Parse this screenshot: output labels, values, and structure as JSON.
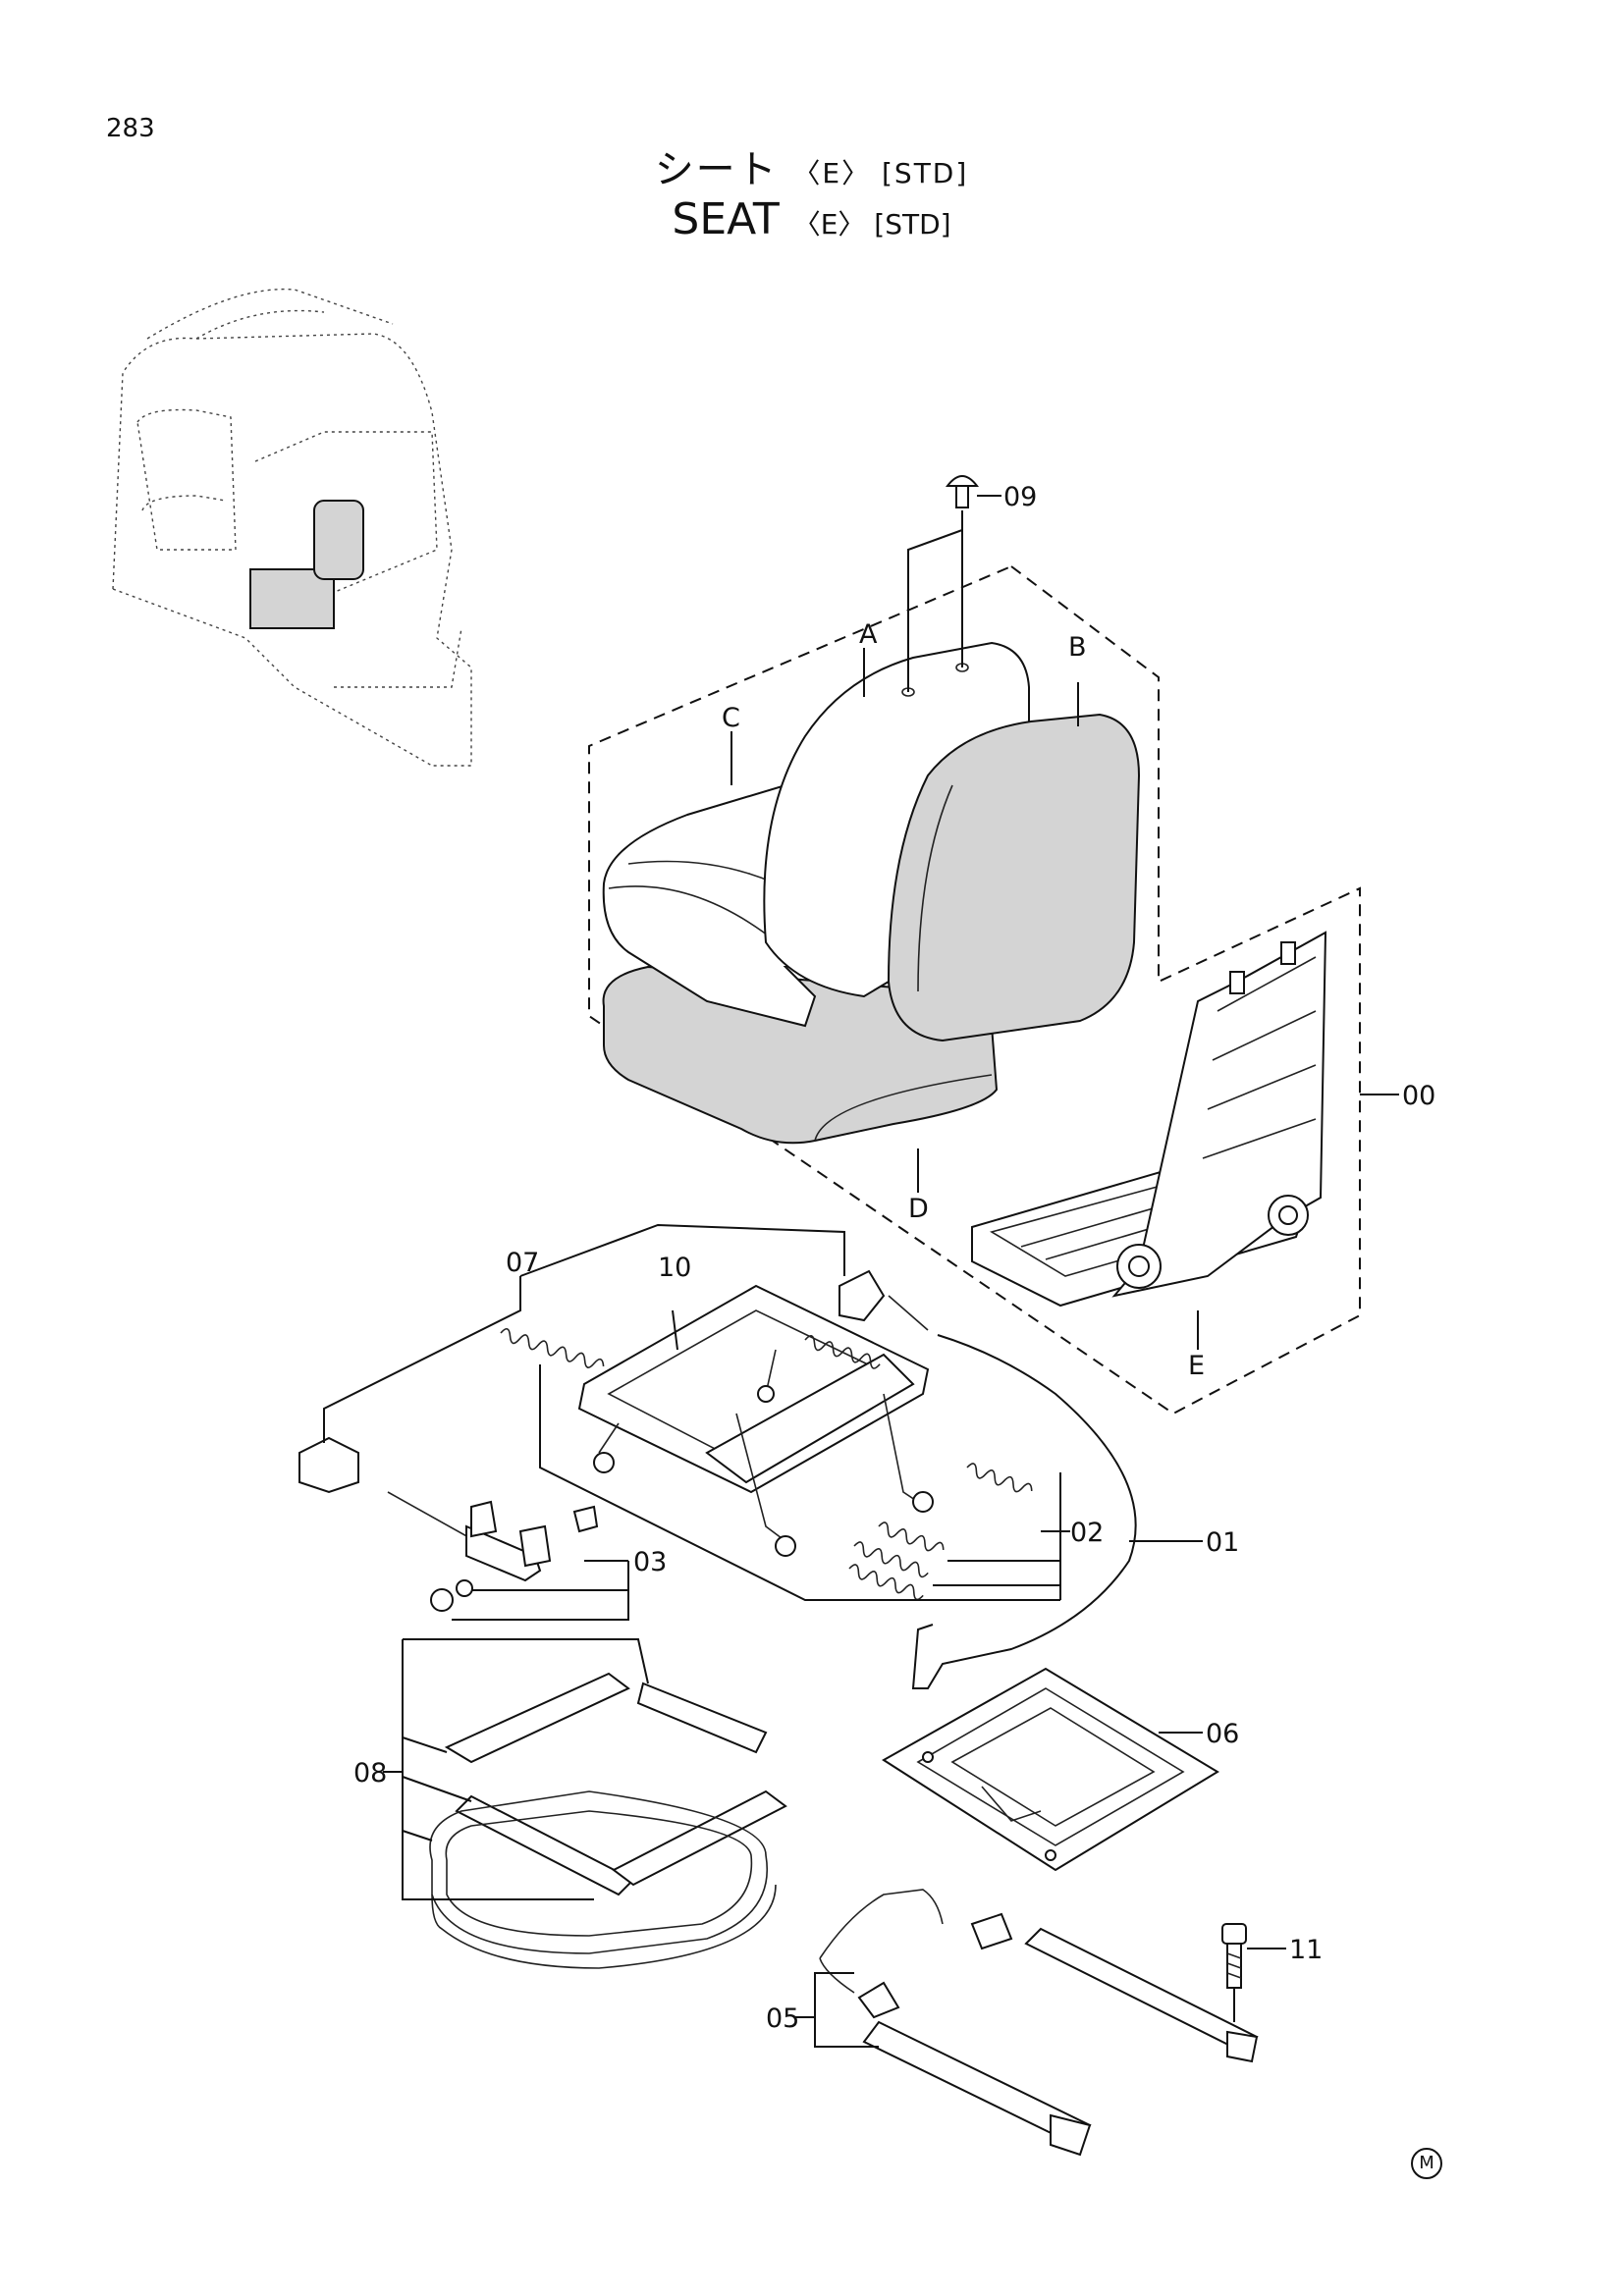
{
  "page": {
    "number": "283"
  },
  "title": {
    "ja_main": "シート",
    "ja_suffix": "〈E〉 [STD]",
    "en_main": "SEAT",
    "en_suffix": "〈E〉 [STD]"
  },
  "parts": [
    {
      "id": "00",
      "label": "00"
    },
    {
      "id": "01",
      "label": "01"
    },
    {
      "id": "02",
      "label": "02"
    },
    {
      "id": "03",
      "label": "03"
    },
    {
      "id": "05",
      "label": "05"
    },
    {
      "id": "06",
      "label": "06"
    },
    {
      "id": "07",
      "label": "07"
    },
    {
      "id": "08",
      "label": "08"
    },
    {
      "id": "09",
      "label": "09"
    },
    {
      "id": "10",
      "label": "10"
    },
    {
      "id": "11",
      "label": "11"
    }
  ],
  "subparts": [
    {
      "id": "A",
      "label": "A"
    },
    {
      "id": "B",
      "label": "B"
    },
    {
      "id": "C",
      "label": "C"
    },
    {
      "id": "D",
      "label": "D"
    },
    {
      "id": "E",
      "label": "E"
    }
  ],
  "corner_mark": "M"
}
